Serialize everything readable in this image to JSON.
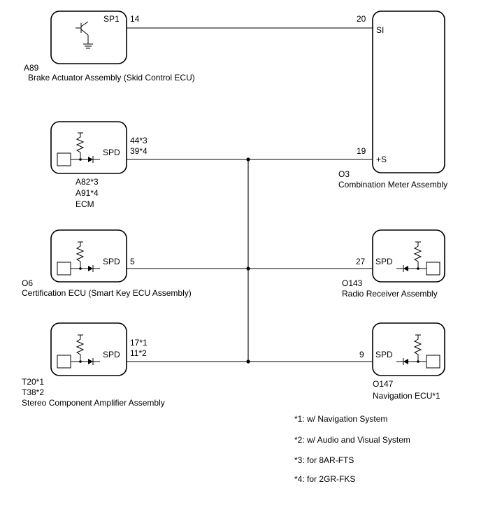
{
  "components": {
    "a89": {
      "pin_label": "SP1",
      "pin": "14",
      "code": "A89",
      "name": "Brake Actuator Assembly (Skid Control ECU)"
    },
    "meter": {
      "pin_si_num": "20",
      "pin_si_label": "SI",
      "pin_s_num": "19",
      "pin_s_label": "+S",
      "code": "O3",
      "name": "Combination Meter Assembly"
    },
    "ecm": {
      "pin_label": "SPD",
      "pin_a": "44*3",
      "pin_b": "39*4",
      "code_a": "A82*3",
      "code_b": "A91*4",
      "name": "ECM"
    },
    "cert": {
      "pin_label": "SPD",
      "pin": "5",
      "code": "O6",
      "name": "Certification ECU (Smart Key ECU Assembly)"
    },
    "radio": {
      "pin_label": "SPD",
      "pin": "27",
      "code": "O143",
      "name": "Radio Receiver Assembly"
    },
    "amp": {
      "pin_label": "SPD",
      "pin_a": "17*1",
      "pin_b": "11*2",
      "code_a": "T20*1",
      "code_b": "T38*2",
      "name": "Stereo Component Amplifier Assembly"
    },
    "nav": {
      "pin_label": "SPD",
      "pin": "9",
      "code": "O147",
      "name": "Navigation ECU*1"
    }
  },
  "notes": [
    "*1: w/ Navigation System",
    "*2: w/ Audio and Visual System",
    "*3: for 8AR-FTS",
    "*4: for 2GR-FKS"
  ]
}
